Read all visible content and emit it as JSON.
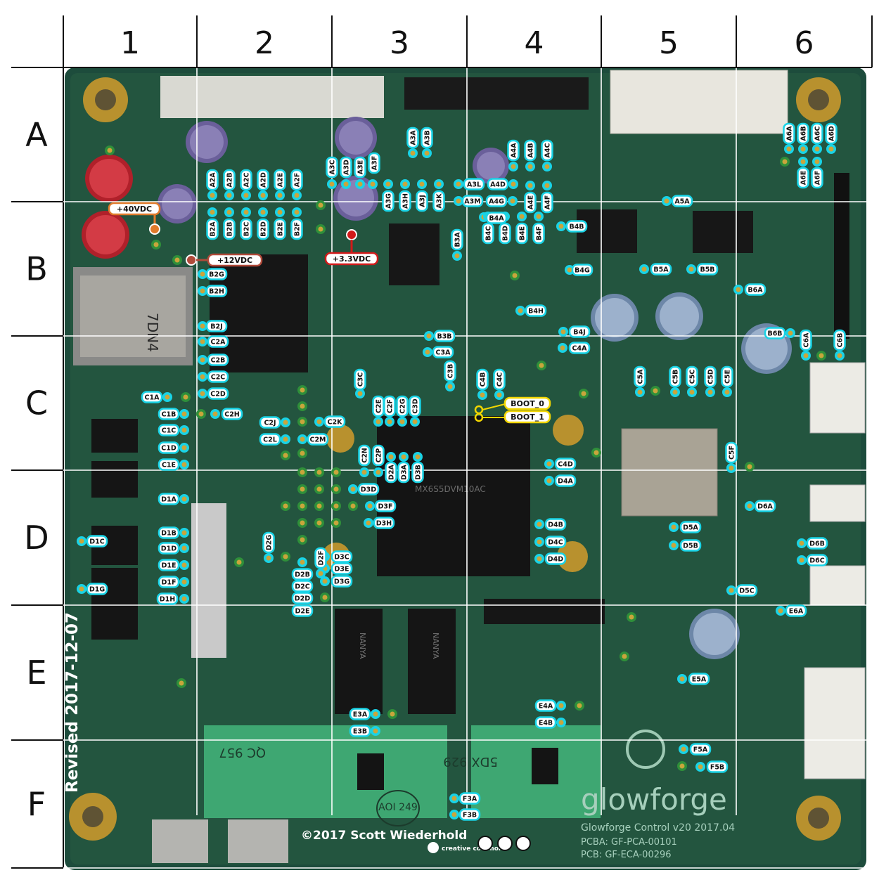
{
  "grid": {
    "columns": [
      "1",
      "2",
      "3",
      "4",
      "5",
      "6"
    ],
    "rows": [
      "A",
      "B",
      "C",
      "D",
      "E",
      "F"
    ]
  },
  "colors": {
    "board": "#1d4c3c",
    "pad_highlight": "#19d3e6",
    "pad_green": "#2f8f3a",
    "voltage_40": "#e07a2b",
    "voltage_12": "#b04a3a",
    "voltage_33": "#d21a1a",
    "boot": "#f2d600"
  },
  "callouts": {
    "v40": "+40VDC",
    "v12": "+12VDC",
    "v33": "+3.3VDC",
    "boot0": "BOOT_0",
    "boot1": "BOOT_1"
  },
  "revision": "Revised 2017-12-07",
  "copyright": "©2017 Scott Wiederhold",
  "cc_text": "creative commons",
  "board_text": {
    "brand": "glowforge",
    "title": "Glowforge Control v20 2017.04",
    "pcba": "PCBA: GF-PCA-00101",
    "pcb": "PCB: GF-ECA-00296",
    "ic_main": "MX6S5DVM10AC",
    "chip_ram1": "NANYA",
    "chip_ram2": "NANYA",
    "sd_label": "7DN4",
    "aoi": "AOI 249",
    "qc": "QC 957",
    "stamp": "5DX 929"
  },
  "labels_h": [
    {
      "t": "A3L"
    },
    {
      "t": "A4D"
    },
    {
      "t": "A3M"
    },
    {
      "t": "A4G"
    },
    {
      "t": "A5A"
    },
    {
      "t": "B4B"
    },
    {
      "t": "B4A"
    },
    {
      "t": "B4G"
    },
    {
      "t": "B5A"
    },
    {
      "t": "B5B"
    },
    {
      "t": "B6A"
    },
    {
      "t": "B6B"
    },
    {
      "t": "B2G"
    },
    {
      "t": "B2H"
    },
    {
      "t": "B2J"
    },
    {
      "t": "B3B"
    },
    {
      "t": "B4H"
    },
    {
      "t": "B4J"
    },
    {
      "t": "C2A"
    },
    {
      "t": "C2B"
    },
    {
      "t": "C2C"
    },
    {
      "t": "C2D"
    },
    {
      "t": "C1A"
    },
    {
      "t": "C1B"
    },
    {
      "t": "C2H"
    },
    {
      "t": "C1C"
    },
    {
      "t": "C1D"
    },
    {
      "t": "C1E"
    },
    {
      "t": "C2J"
    },
    {
      "t": "C2K"
    },
    {
      "t": "C2L"
    },
    {
      "t": "C2M"
    },
    {
      "t": "C3A"
    },
    {
      "t": "C4A"
    },
    {
      "t": "C4D"
    },
    {
      "t": "D4A"
    },
    {
      "t": "D1A"
    },
    {
      "t": "D3D"
    },
    {
      "t": "D3F"
    },
    {
      "t": "D3H"
    },
    {
      "t": "D4B"
    },
    {
      "t": "D4C"
    },
    {
      "t": "D4D"
    },
    {
      "t": "D1B"
    },
    {
      "t": "D1D"
    },
    {
      "t": "D1E"
    },
    {
      "t": "D1F"
    },
    {
      "t": "D1H"
    },
    {
      "t": "D1C"
    },
    {
      "t": "D1G"
    },
    {
      "t": "D3C"
    },
    {
      "t": "D3E"
    },
    {
      "t": "D3G"
    },
    {
      "t": "D2B"
    },
    {
      "t": "D2C"
    },
    {
      "t": "D2D"
    },
    {
      "t": "D2E"
    },
    {
      "t": "D5A"
    },
    {
      "t": "D5B"
    },
    {
      "t": "D6A"
    },
    {
      "t": "D6B"
    },
    {
      "t": "D6C"
    },
    {
      "t": "D5C"
    },
    {
      "t": "E6A"
    },
    {
      "t": "E5A"
    },
    {
      "t": "E4A"
    },
    {
      "t": "E4B"
    },
    {
      "t": "E3A"
    },
    {
      "t": "E3B"
    },
    {
      "t": "F5A"
    },
    {
      "t": "F5B"
    },
    {
      "t": "F3A"
    },
    {
      "t": "F3B"
    }
  ],
  "labels_v": [
    {
      "t": "A2A"
    },
    {
      "t": "A2B"
    },
    {
      "t": "A2C"
    },
    {
      "t": "A2D"
    },
    {
      "t": "A2E"
    },
    {
      "t": "A2F"
    },
    {
      "t": "A3C"
    },
    {
      "t": "A3D"
    },
    {
      "t": "A3E"
    },
    {
      "t": "A3F"
    },
    {
      "t": "A3A"
    },
    {
      "t": "A3B"
    },
    {
      "t": "A3G"
    },
    {
      "t": "A3H"
    },
    {
      "t": "A3J"
    },
    {
      "t": "A3K"
    },
    {
      "t": "A4A"
    },
    {
      "t": "A4B"
    },
    {
      "t": "A4C"
    },
    {
      "t": "A4E"
    },
    {
      "t": "A4F"
    },
    {
      "t": "A6A"
    },
    {
      "t": "A6B"
    },
    {
      "t": "A6C"
    },
    {
      "t": "A6D"
    },
    {
      "t": "A6E"
    },
    {
      "t": "A6F"
    },
    {
      "t": "B2A"
    },
    {
      "t": "B2B"
    },
    {
      "t": "B2C"
    },
    {
      "t": "B2D"
    },
    {
      "t": "B2E"
    },
    {
      "t": "B2F"
    },
    {
      "t": "B3A"
    },
    {
      "t": "B4C"
    },
    {
      "t": "B4D"
    },
    {
      "t": "B4E"
    },
    {
      "t": "B4F"
    },
    {
      "t": "C3C"
    },
    {
      "t": "C3B"
    },
    {
      "t": "C4B"
    },
    {
      "t": "C4C"
    },
    {
      "t": "C2E"
    },
    {
      "t": "C2F"
    },
    {
      "t": "C2G"
    },
    {
      "t": "C3D"
    },
    {
      "t": "C5A"
    },
    {
      "t": "C5B"
    },
    {
      "t": "C5C"
    },
    {
      "t": "C5D"
    },
    {
      "t": "C5E"
    },
    {
      "t": "C6A"
    },
    {
      "t": "C6B"
    },
    {
      "t": "C2N"
    },
    {
      "t": "C2P"
    },
    {
      "t": "C5F"
    },
    {
      "t": "D2A"
    },
    {
      "t": "D3A"
    },
    {
      "t": "D3B"
    },
    {
      "t": "D2G"
    },
    {
      "t": "D2F"
    }
  ]
}
